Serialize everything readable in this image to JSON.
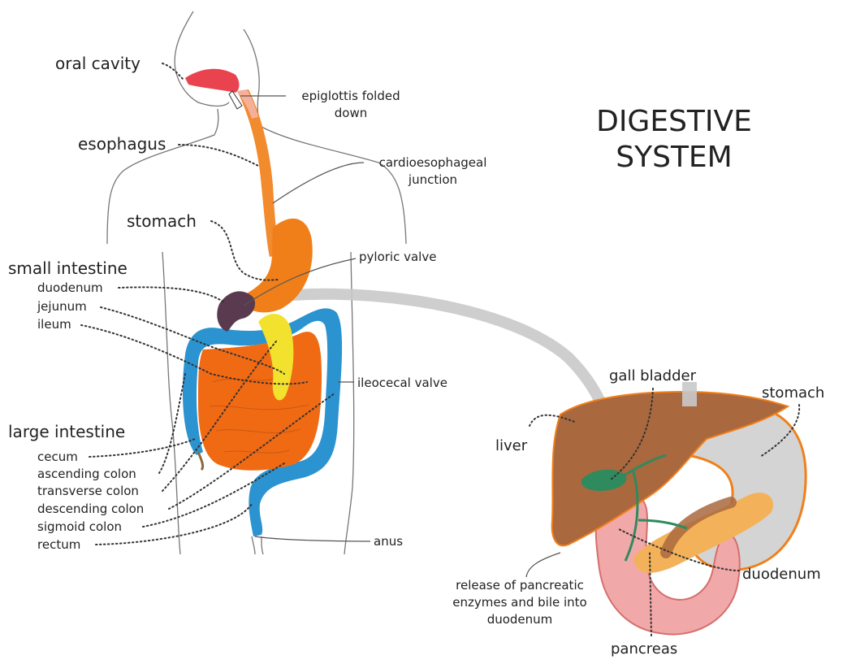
{
  "title": {
    "line1": "DIGESTIVE",
    "line2": "SYSTEM"
  },
  "labels": {
    "oral_cavity": "oral cavity",
    "esophagus": "esophagus",
    "stomach": "stomach",
    "small_intestine": "small intestine",
    "duodenum": "duodenum",
    "jejunum": "jejunum",
    "ileum": "ileum",
    "large_intestine": "large intestine",
    "cecum": "cecum",
    "ascending_colon": "ascending colon",
    "transverse_colon": "transverse colon",
    "descending_colon": "descending colon",
    "sigmoid_colon": "sigmoid colon",
    "rectum": "rectum",
    "epiglottis": "epiglottis folded down",
    "cardio": "cardioesophageal junction",
    "pyloric": "pyloric valve",
    "ileocecal": "ileocecal valve",
    "anus": "anus"
  },
  "inset": {
    "gall_bladder": "gall bladder",
    "stomach": "stomach",
    "liver": "liver",
    "duodenum": "duodenum",
    "release": "release of pancreatic enzymes and bile into duodenum",
    "pancreas": "pancreas"
  },
  "colors": {
    "mouth": "#e8434f",
    "esophagus": "#f28a2e",
    "stomach": "#f07f1a",
    "duodenum": "#5a3a4e",
    "small_intestine": "#f06a14",
    "gall_bladder": "#f2e22e",
    "large_intestine": "#2b93d0",
    "liver": "#a9683e",
    "inset_gall_bladder": "#2f8a5e",
    "inset_stomach": "#d4d4d4",
    "inset_duodenum": "#f1a8a8",
    "pancreas": "#f3b25a",
    "connector": "#c9c9c9"
  }
}
